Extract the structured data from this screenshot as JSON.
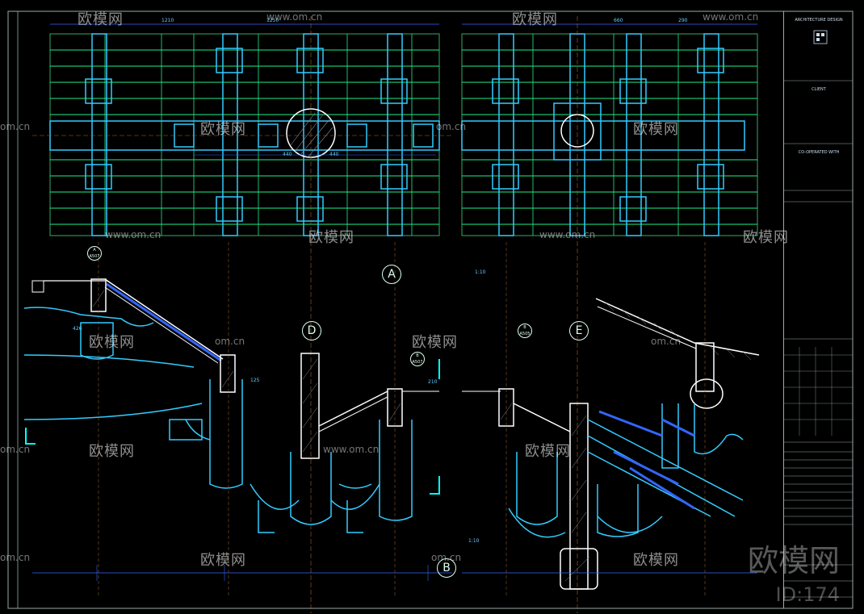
{
  "title_block": {
    "header": "ARCHITECTURE DESIGN",
    "client_label": "CLIENT",
    "cooperated_label": "CO-OPERATED WITH"
  },
  "callouts": {
    "A": "A",
    "B": "B",
    "D": "D",
    "E": "E"
  },
  "ref_bubbles": {
    "ref1_top": "A",
    "ref1_bottom": "A507",
    "ref2_top": "B",
    "ref2_bottom": "A507",
    "ref3_top": "B",
    "ref3_bottom": "A505"
  },
  "scales": {
    "scale_a": "1:10",
    "scale_b": "1:10"
  },
  "dims": {
    "d_426": "426",
    "d_440a": "440",
    "d_440b": "440",
    "d_210": "210",
    "d_125": "125"
  },
  "watermarks": {
    "brand": "欧模网",
    "url": "www.om.cn",
    "url_short": "om.cn",
    "big": "欧模网",
    "id": "ID:174"
  }
}
